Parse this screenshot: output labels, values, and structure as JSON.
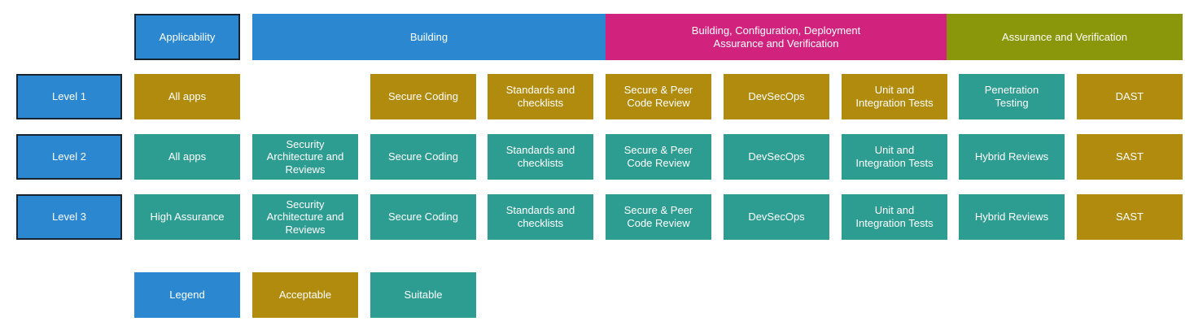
{
  "colors": {
    "blue": "#2a87d0",
    "magenta": "#d1237e",
    "olive": "#8a970a",
    "gold": "#b18b0e",
    "teal": "#2d9c91",
    "border": "#172430",
    "text": "#ffffff",
    "background": "#ffffff"
  },
  "header": {
    "applicability": "Applicability",
    "building": "Building",
    "bcd_line1": "Building, Configuration, Deployment",
    "bcd_line2": "Assurance and Verification",
    "assurance": "Assurance and Verification"
  },
  "rows": [
    {
      "level": "Level 1",
      "cells": [
        {
          "label": "All apps",
          "status": "acceptable"
        },
        null,
        {
          "label": "Secure Coding",
          "status": "acceptable"
        },
        {
          "label": "Standards and checklists",
          "status": "acceptable"
        },
        {
          "label": "Secure & Peer Code Review",
          "status": "acceptable"
        },
        {
          "label": "DevSecOps",
          "status": "acceptable"
        },
        {
          "label": "Unit and Integration Tests",
          "status": "acceptable"
        },
        {
          "label": "Penetration Testing",
          "status": "suitable"
        },
        {
          "label": "DAST",
          "status": "acceptable"
        }
      ]
    },
    {
      "level": "Level 2",
      "cells": [
        {
          "label": "All apps",
          "status": "suitable"
        },
        {
          "label": "Security Architecture and Reviews",
          "status": "suitable"
        },
        {
          "label": "Secure Coding",
          "status": "suitable"
        },
        {
          "label": "Standards and checklists",
          "status": "suitable"
        },
        {
          "label": "Secure & Peer Code Review",
          "status": "suitable"
        },
        {
          "label": "DevSecOps",
          "status": "suitable"
        },
        {
          "label": "Unit and Integration Tests",
          "status": "suitable"
        },
        {
          "label": "Hybrid Reviews",
          "status": "suitable"
        },
        {
          "label": "SAST",
          "status": "acceptable"
        }
      ]
    },
    {
      "level": "Level 3",
      "cells": [
        {
          "label": "High Assurance",
          "status": "suitable"
        },
        {
          "label": "Security Architecture and Reviews",
          "status": "suitable"
        },
        {
          "label": "Secure Coding",
          "status": "suitable"
        },
        {
          "label": "Standards and checklists",
          "status": "suitable"
        },
        {
          "label": "Secure & Peer Code Review",
          "status": "suitable"
        },
        {
          "label": "DevSecOps",
          "status": "suitable"
        },
        {
          "label": "Unit and Integration Tests",
          "status": "suitable"
        },
        {
          "label": "Hybrid Reviews",
          "status": "suitable"
        },
        {
          "label": "SAST",
          "status": "acceptable"
        }
      ]
    }
  ],
  "legend": {
    "title": "Legend",
    "acceptable": "Acceptable",
    "suitable": "Suitable"
  }
}
